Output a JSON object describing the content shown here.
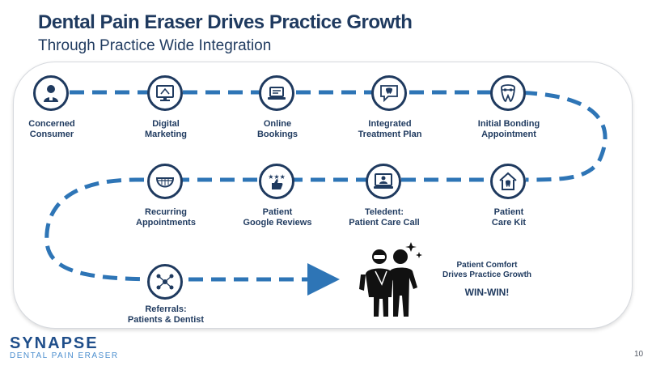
{
  "header": {
    "title": "Dental Pain Eraser Drives Practice Growth",
    "subtitle": "Through Practice Wide Integration"
  },
  "steps": [
    {
      "label": "Concerned\nConsumer",
      "icon": "dentist-patient-icon"
    },
    {
      "label": "Digital\nMarketing",
      "icon": "computer-monitor-icon"
    },
    {
      "label": "Online\nBookings",
      "icon": "laptop-icon"
    },
    {
      "label": "Integrated\nTreatment Plan",
      "icon": "tooth-chat-icon"
    },
    {
      "label": "Initial Bonding\nAppointment",
      "icon": "tooth-braces-icon"
    },
    {
      "label": "Patient\nCare Kit",
      "icon": "house-tooth-icon"
    },
    {
      "label": "Teledent:\nPatient Care Call",
      "icon": "video-call-icon"
    },
    {
      "label": "Patient\nGoogle Reviews",
      "icon": "review-stars-icon"
    },
    {
      "label": "Recurring\nAppointments",
      "icon": "smile-icon"
    },
    {
      "label": "Referrals:\nPatients & Dentist",
      "icon": "network-icon"
    }
  ],
  "outcome": {
    "caption": "Patient Comfort\nDrives Practice Growth",
    "win": "WIN-WIN!",
    "icon": "dentist-and-patient-icon"
  },
  "footer": {
    "logo_main": "SYNAPSE",
    "logo_sub": "DENTAL PAIN ERASER",
    "page_number": "10"
  },
  "colors": {
    "navy": "#1f3a5f",
    "path_blue": "#2e75b6",
    "logo_blue": "#1f4e8a"
  }
}
